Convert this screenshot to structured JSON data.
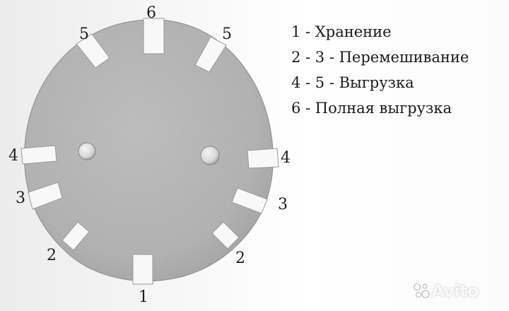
{
  "disc": {
    "slot_labels": {
      "top": "6",
      "upper_left": "5",
      "upper_right": "5",
      "mid_left": "4",
      "mid_right": "4",
      "lower_left": "3",
      "lower_right": "3",
      "bottom_left": "2",
      "bottom_right": "2",
      "bottom": "1"
    }
  },
  "legend": {
    "items": [
      "1 - Хранение",
      "2 - 3 - Перемешивание",
      "4 - 5 - Выгрузка",
      "6 - Полная выгрузка"
    ]
  },
  "watermark": {
    "text": "Avito"
  },
  "colors": {
    "disc_fill": "#b3b3b3",
    "disc_edge": "#8f8f8f",
    "text": "#1e1e1e"
  }
}
